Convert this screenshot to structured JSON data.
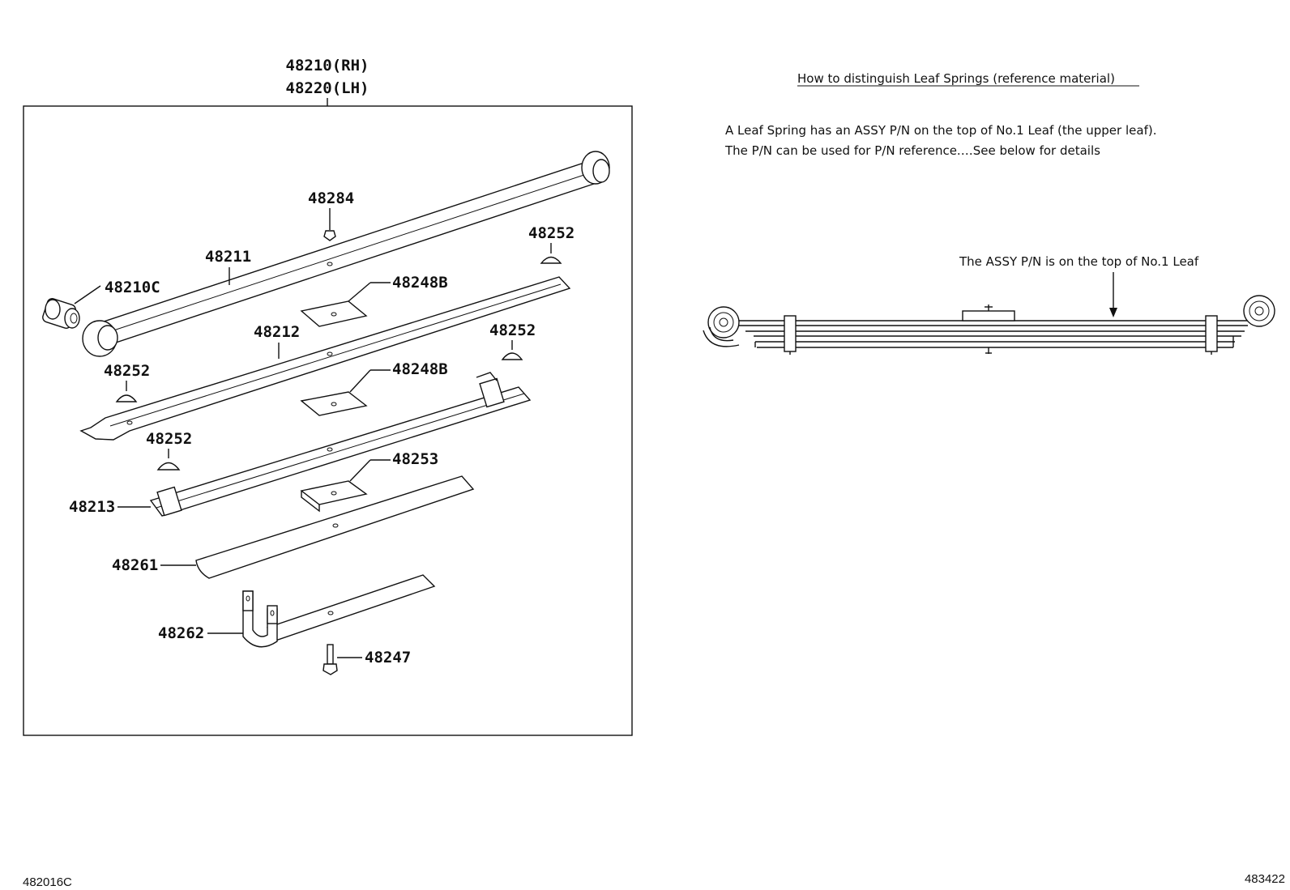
{
  "assembly": {
    "pn_rh": "48210(RH)",
    "pn_lh": "48220(LH)"
  },
  "callouts": {
    "bushing": "48210C",
    "leaf1": "48211",
    "nut": "48284",
    "insert_top": "48252",
    "pad1": "48248B",
    "leaf2": "48212",
    "insert_mid_right": "48252",
    "insert_mid_left": "48252",
    "pad2": "48248B",
    "insert_low": "48252",
    "pad3": "48253",
    "leaf3": "48213",
    "leaf4": "48261",
    "leaf5": "48262",
    "bolt": "48247"
  },
  "reference": {
    "title": "How to distinguish Leaf Springs (reference material)",
    "line1": "A Leaf Spring has an ASSY P/N on the top of No.1 Leaf (the upper leaf).",
    "line2": "The P/N can be used for P/N reference.…See below for details",
    "pointer_label": "The ASSY P/N is on the top of No.1 Leaf"
  },
  "footer": {
    "left_code": "482016C",
    "right_code": "483422"
  }
}
